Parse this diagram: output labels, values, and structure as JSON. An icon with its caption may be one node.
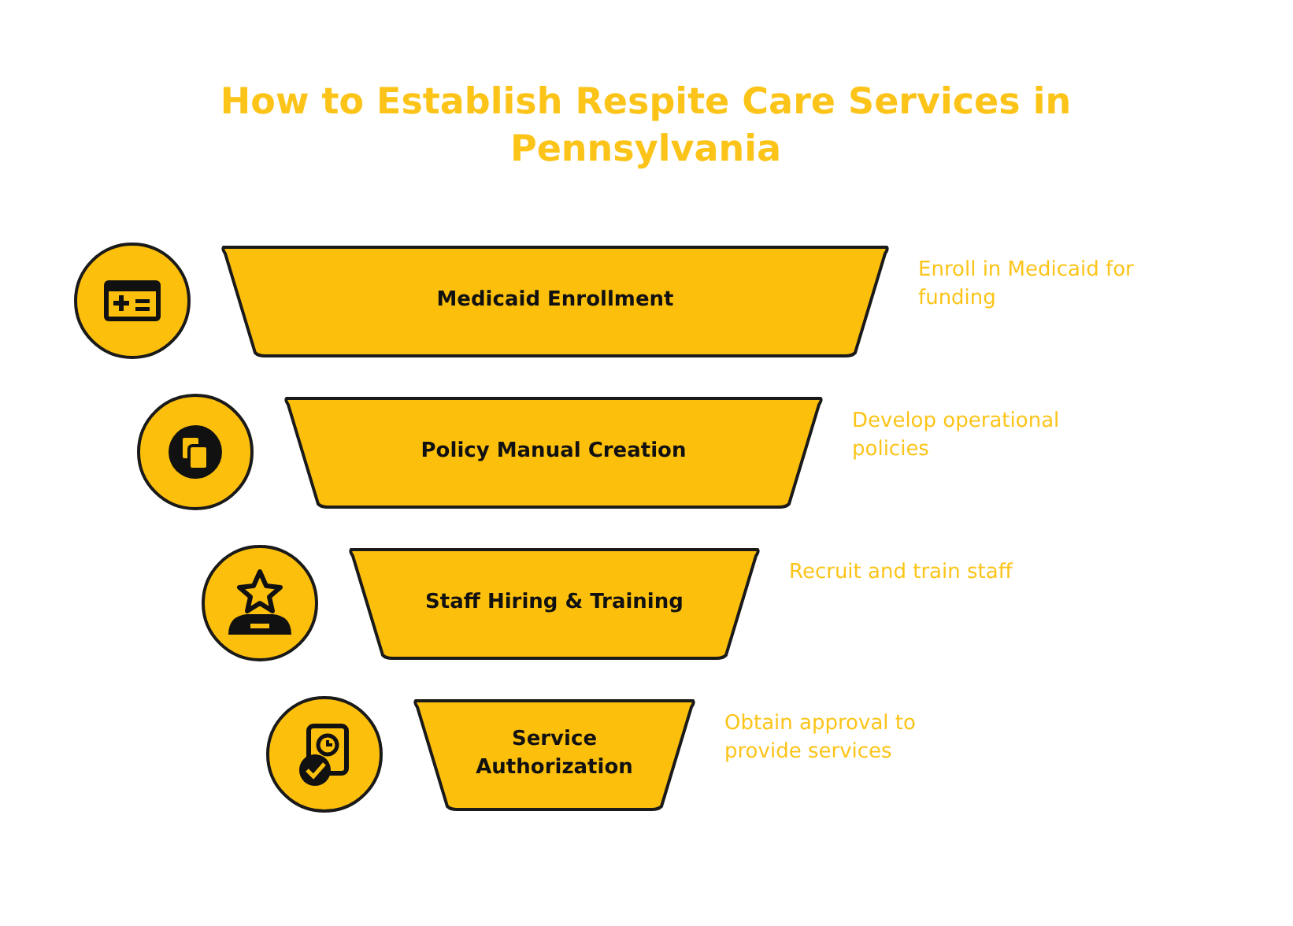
{
  "diagram": {
    "title": "How to Establish Respite Care Services in Pennsylvania",
    "nodes": [
      {
        "text": [
          "Medicaid Enrollment"
        ],
        "beside": [
          "Enroll in Medicaid for funding"
        ]
      },
      {
        "text": [
          "Policy Manual Creation"
        ],
        "beside": [
          "Develop operational policies"
        ]
      },
      {
        "text": [
          "Staff Hiring & Training"
        ],
        "beside": [
          "Recruit and train staff"
        ]
      },
      {
        "text": [
          "Service Authorization"
        ],
        "beside": [
          "Obtain approval to provide services"
        ]
      }
    ]
  }
}
